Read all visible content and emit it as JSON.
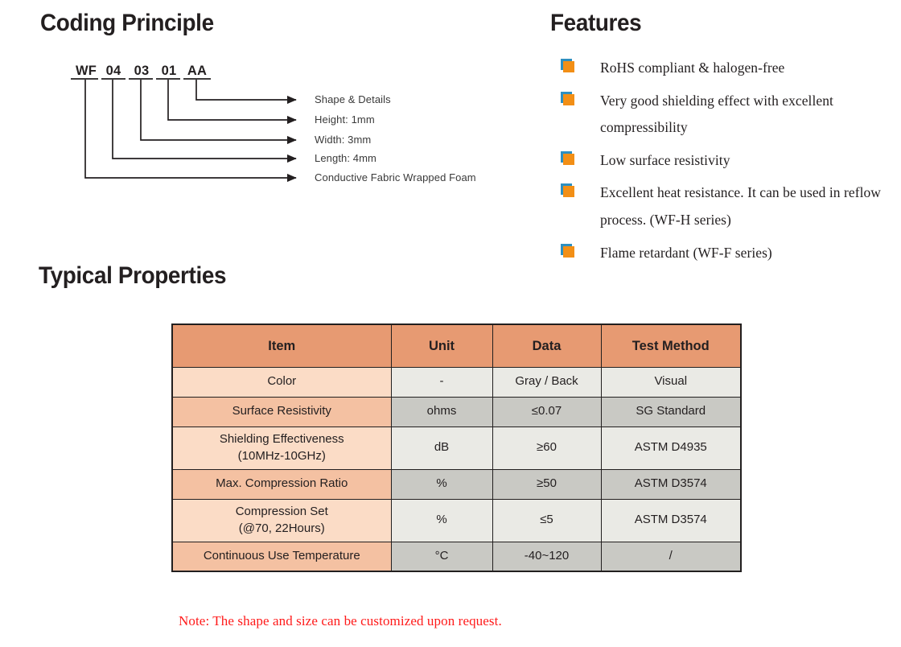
{
  "sections": {
    "coding": {
      "title": "Coding Principle"
    },
    "features": {
      "title": "Features"
    },
    "typical": {
      "title": "Typical Properties"
    }
  },
  "coding": {
    "code_segments": [
      {
        "text": "WF"
      },
      {
        "text": "04"
      },
      {
        "text": "03"
      },
      {
        "text": "01"
      },
      {
        "text": "AA"
      }
    ],
    "callouts": [
      {
        "label": "Shape & Details"
      },
      {
        "label": "Height: 1mm"
      },
      {
        "label": "Width: 3mm"
      },
      {
        "label": "Length: 4mm"
      },
      {
        "label": "Conductive Fabric Wrapped Foam"
      }
    ]
  },
  "features": {
    "bullet_color": "#f28f16",
    "bullet_shadow_color": "#2d8fc0",
    "items": [
      "RoHS compliant & halogen-free",
      "Very good shielding effect with excellent compressibility",
      "Low surface resistivity",
      "Excellent heat resistance. It can be used in reflow process. (WF-H series)",
      "Flame retardant (WF-F series)"
    ]
  },
  "table": {
    "header_color": "#e79a72",
    "headers": [
      "Item",
      "Unit",
      "Data",
      "Test Method"
    ],
    "rows": [
      {
        "item": "Color",
        "item_line2": "",
        "unit": "-",
        "data": "Gray / Back",
        "method": "Visual",
        "item_bg": "bg-item-light",
        "val_bg": "bg-val-light",
        "height": "r-h46"
      },
      {
        "item": "Surface Resistivity",
        "item_line2": "",
        "unit": "ohms",
        "data": "≤0.07",
        "method": "SG Standard",
        "item_bg": "bg-item-mid",
        "val_bg": "bg-val-gray",
        "height": "r-h46"
      },
      {
        "item": "Shielding Effectiveness",
        "item_line2": "(10MHz-10GHz)",
        "unit": "dB",
        "data": "≥60",
        "method": "ASTM D4935",
        "item_bg": "bg-item-light",
        "val_bg": "bg-val-light",
        "height": "r-h53"
      },
      {
        "item": "Max. Compression Ratio",
        "item_line2": "",
        "unit": "%",
        "data": "≥50",
        "method": "ASTM D3574",
        "item_bg": "bg-item-mid",
        "val_bg": "bg-val-gray",
        "height": "r-h46"
      },
      {
        "item": "Compression Set",
        "item_line2": "(@70, 22Hours)",
        "unit": "%",
        "data": "≤5",
        "method": "ASTM D3574",
        "item_bg": "bg-item-light",
        "val_bg": "bg-val-light",
        "height": "r-h53"
      },
      {
        "item": "Continuous Use Temperature",
        "item_line2": "",
        "unit": "°C",
        "data": "-40~120",
        "method": "/",
        "item_bg": "bg-item-mid",
        "val_bg": "bg-val-gray",
        "height": "r-h46"
      }
    ]
  },
  "note": {
    "text": "Note: The shape and size can be customized upon request.",
    "color": "#ff1a1a"
  }
}
